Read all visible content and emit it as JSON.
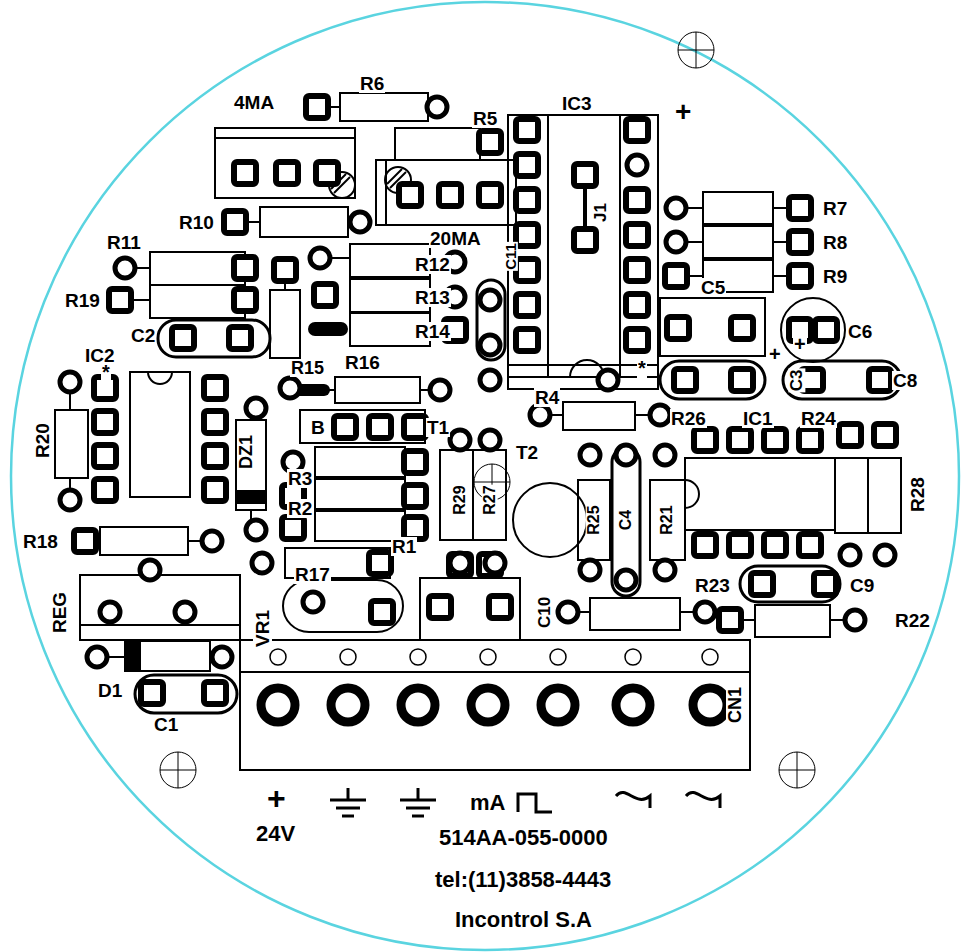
{
  "diagram": {
    "labels": [
      "R6",
      "4MA",
      "R5",
      "IC3",
      "+",
      "J1",
      "R10",
      "R7",
      "R8",
      "R9",
      "20MA",
      "C11",
      "R11",
      "R12",
      "R19",
      "R13",
      "C5",
      "C6",
      "C2",
      "R14",
      "IC2",
      "*",
      "R15",
      "R16",
      "*",
      "+",
      "+",
      "C3",
      "C8",
      "R20",
      "DZ1",
      "B",
      "T1",
      "R4",
      "R29",
      "R27",
      "R26",
      "IC1",
      "R24",
      "T2",
      "R25",
      "R28",
      "R3",
      "R2",
      "R18",
      "R1",
      "R17",
      "C4",
      "R21",
      "C10",
      "R23",
      "C9",
      "REG",
      "VR1",
      "R22",
      "CN1",
      "D1",
      "C1",
      "+",
      "24V",
      "mA",
      "514AA-055-0000",
      "tel:(11)3858-4443",
      "Incontrol S.A"
    ]
  }
}
